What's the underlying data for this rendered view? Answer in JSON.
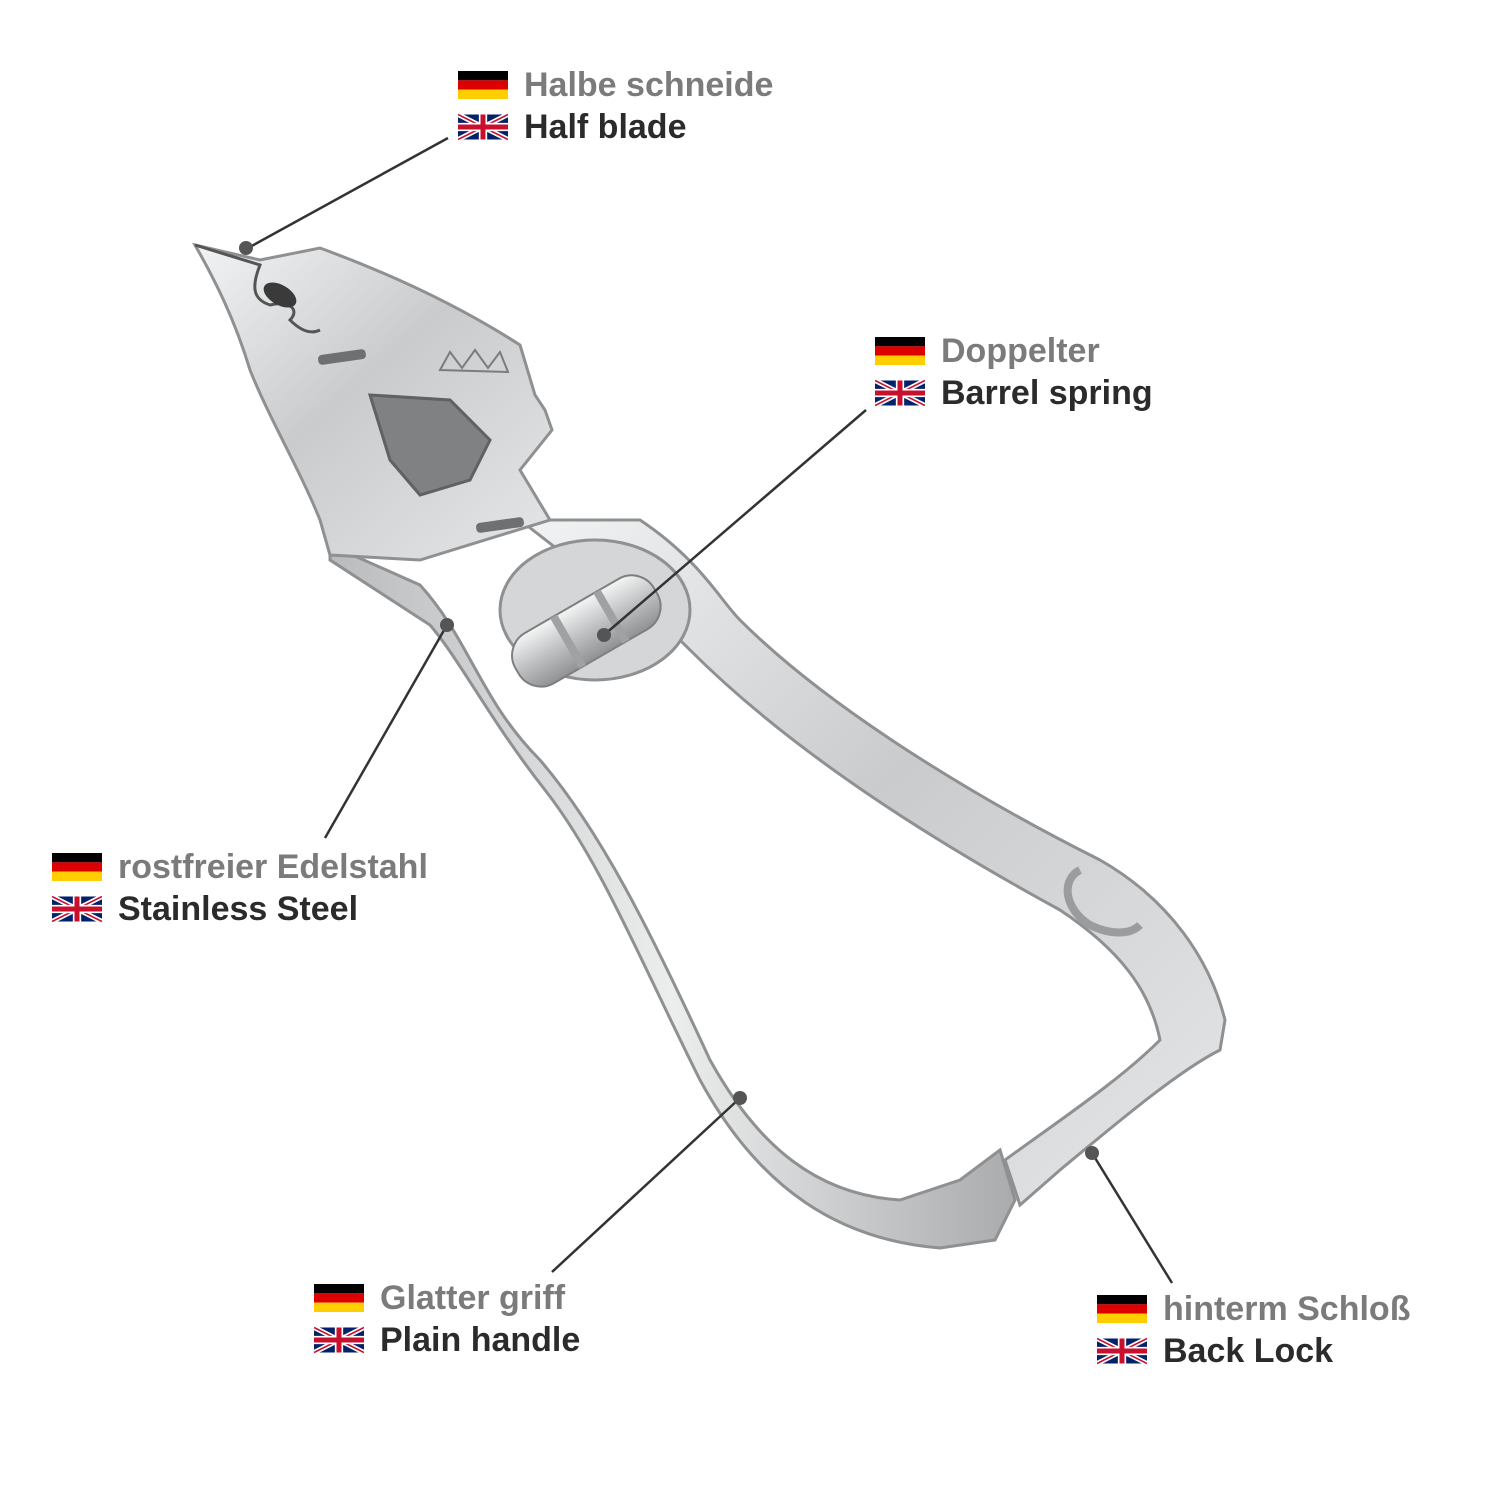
{
  "colors": {
    "german_label": "#7b7b7b",
    "english_label": "#2b2b2b",
    "leader_line": "#333333",
    "leader_dot": "#555555",
    "steel_light": "#e6e7e8",
    "steel_mid": "#c2c4c6",
    "steel_dark": "#8e9092"
  },
  "callouts": [
    {
      "id": "half-blade",
      "de": "Halbe schneide",
      "en": "Half blade",
      "flags": [
        "germany-flag-icon",
        "uk-flag-icon"
      ]
    },
    {
      "id": "barrel-spring",
      "de": "Doppelter",
      "en": "Barrel spring",
      "flags": [
        "germany-flag-icon",
        "uk-flag-icon"
      ]
    },
    {
      "id": "stainless-steel",
      "de": "rostfreier Edelstahl",
      "en": "Stainless Steel",
      "flags": [
        "germany-flag-icon",
        "uk-flag-icon"
      ]
    },
    {
      "id": "plain-handle",
      "de": "Glatter griff",
      "en": "Plain handle",
      "flags": [
        "germany-flag-icon",
        "uk-flag-icon"
      ]
    },
    {
      "id": "back-lock",
      "de": "hinterm Schloß",
      "en": "Back Lock",
      "flags": [
        "germany-flag-icon",
        "uk-flag-icon"
      ]
    }
  ]
}
